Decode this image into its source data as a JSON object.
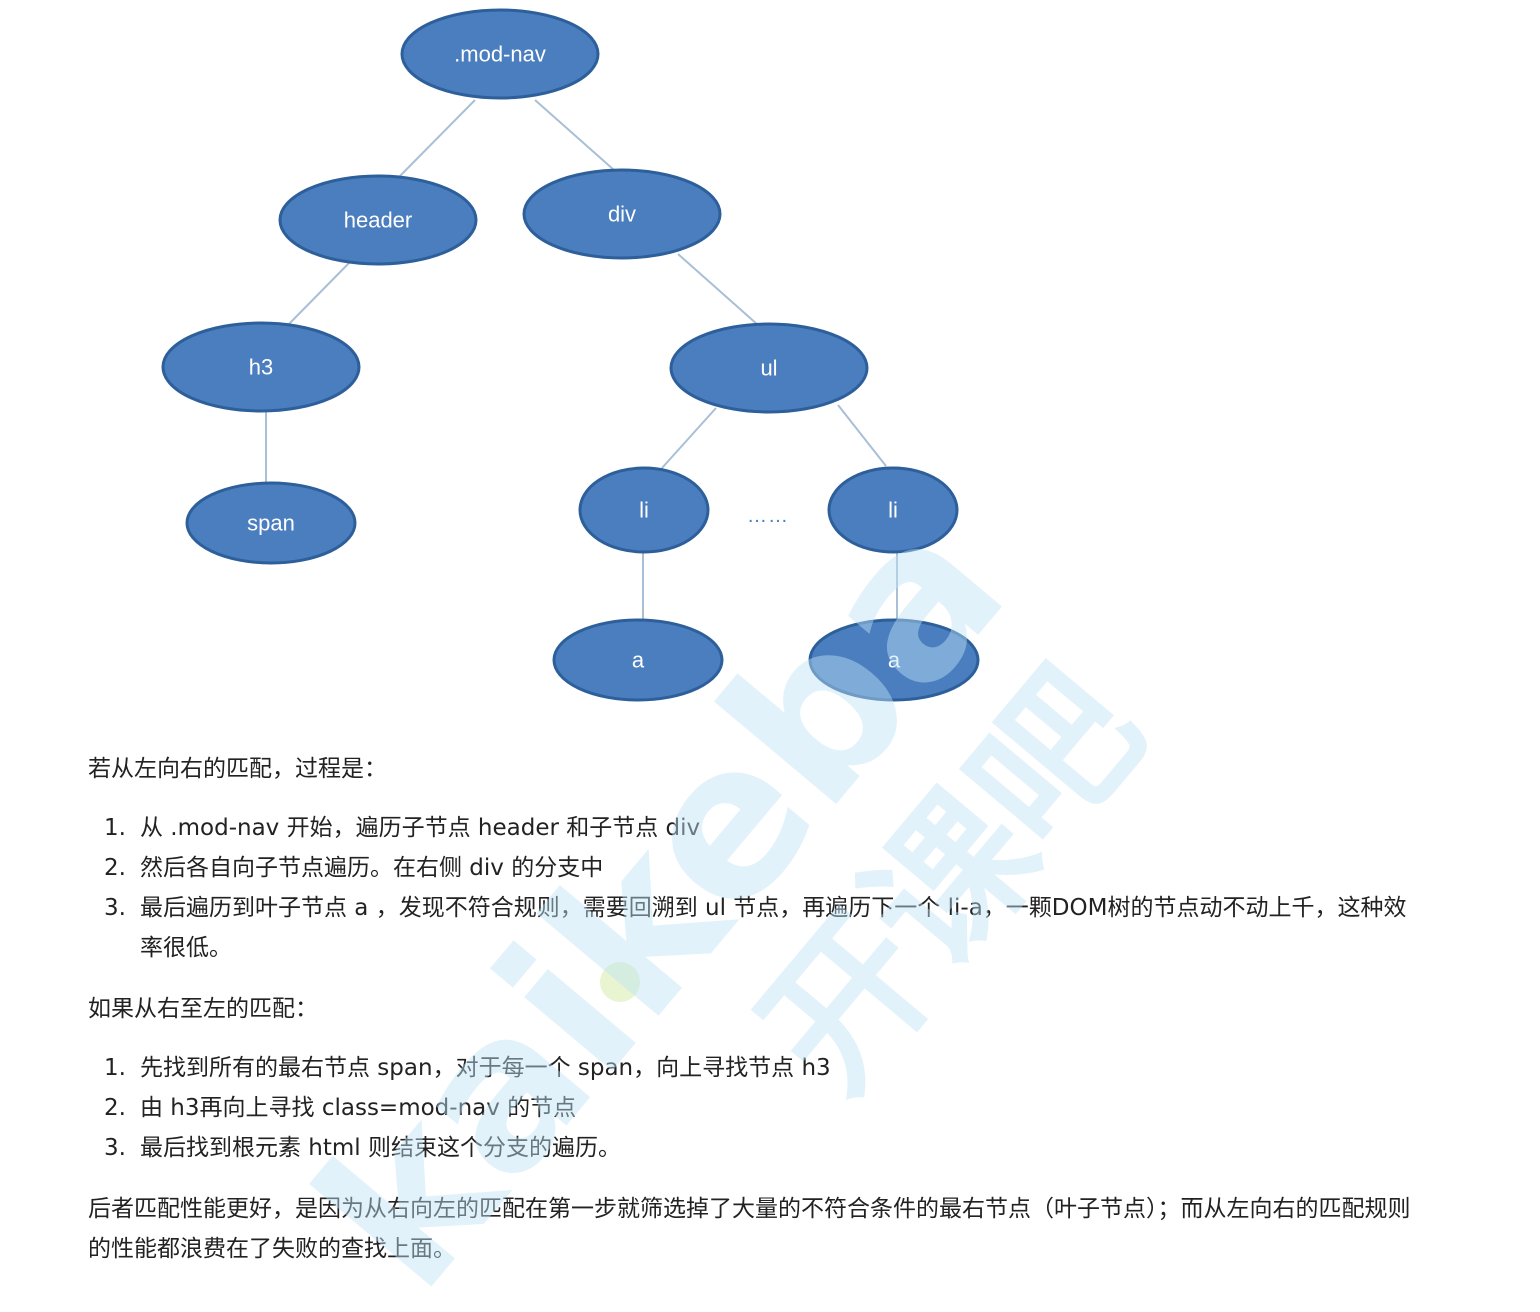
{
  "diagram": {
    "nodes": {
      "root": ".mod-nav",
      "header": "header",
      "div": "div",
      "h3": "h3",
      "ul": "ul",
      "span": "span",
      "li_left": "li",
      "li_right": "li",
      "a_left": "a",
      "a_right": "a"
    },
    "ellipsis": "……",
    "colors": {
      "node_fill": "#4a7ebf",
      "node_stroke": "#2d5f9a",
      "edge": "#a9bfd6"
    }
  },
  "content": {
    "ltr_intro": "若从左向右的匹配，过程是：",
    "ltr_steps": [
      "从 .mod-nav 开始，遍历子节点 header 和子节点 div",
      "然后各自向子节点遍历。在右侧 div 的分支中",
      "最后遍历到叶子节点 a ，发现不符合规则，需要回溯到 ul 节点，再遍历下一个 li-a，一颗DOM树的节点动不动上千，这种效率很低。"
    ],
    "rtl_intro": "如果从右至左的匹配：",
    "rtl_steps": [
      "先找到所有的最右节点 span，对于每一个 span，向上寻找节点 h3",
      "由 h3再向上寻找 class=mod-nav 的节点",
      "最后找到根元素 html 则结束这个分支的遍历。"
    ],
    "conclusion": "后者匹配性能更好，是因为从右向左的匹配在第一步就筛选掉了大量的不符合条件的最右节点（叶子节点）；而从左向右的匹配规则的性能都浪费在了失败的查找上面。",
    "step_numbers": [
      "1.",
      "2.",
      "3."
    ]
  },
  "watermark": {
    "brand": "kaikeba",
    "brand_cn": "开课吧",
    "color": "#bfe3f7"
  }
}
